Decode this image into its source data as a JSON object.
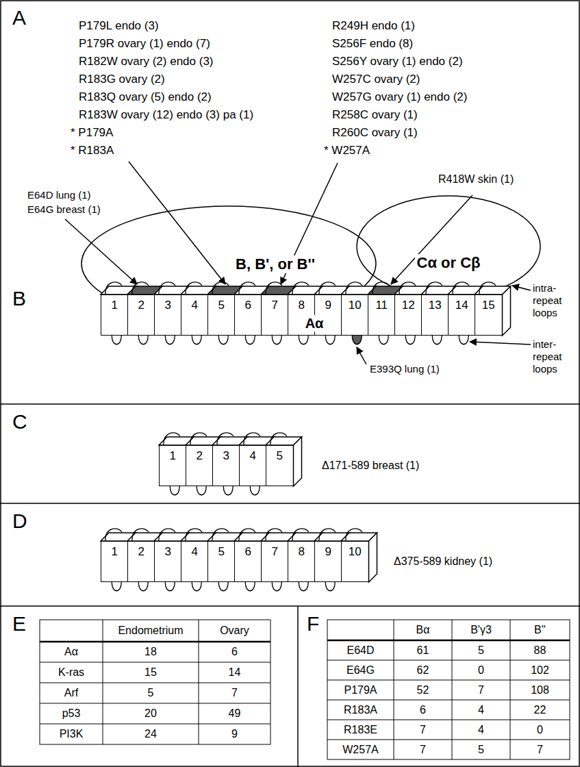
{
  "diagram": {
    "nodes": [
      {
        "text": [
          "B, B', or B''"
        ]
      },
      {
        "text": [
          "Cα or Cβ"
        ]
      },
      {
        "text": [
          "1"
        ]
      },
      {
        "text": [
          "2"
        ]
      },
      {
        "text": [
          "3"
        ]
      },
      {
        "text": [
          "4"
        ]
      },
      {
        "text": [
          "5"
        ]
      },
      {
        "text": [
          "6"
        ]
      },
      {
        "text": [
          "7"
        ]
      },
      {
        "text": [
          "8"
        ]
      },
      {
        "text": [
          "9"
        ]
      },
      {
        "text": [
          "10"
        ]
      },
      {
        "text": [
          "11"
        ]
      },
      {
        "text": [
          "12"
        ]
      },
      {
        "text": [
          "13"
        ]
      },
      {
        "text": [
          "14"
        ]
      },
      {
        "text": [
          "15"
        ]
      },
      {
        "text": [
          "1"
        ]
      },
      {
        "text": [
          "2"
        ]
      },
      {
        "text": [
          "3"
        ]
      },
      {
        "text": [
          "4"
        ]
      },
      {
        "text": [
          "5"
        ]
      },
      {
        "text": [
          "1"
        ]
      },
      {
        "text": [
          "2"
        ]
      },
      {
        "text": [
          "3"
        ]
      },
      {
        "text": [
          "4"
        ]
      },
      {
        "text": [
          "5"
        ]
      },
      {
        "text": [
          "6"
        ]
      },
      {
        "text": [
          "7"
        ]
      },
      {
        "text": [
          "8"
        ]
      },
      {
        "text": [
          "9"
        ]
      },
      {
        "text": [
          "10"
        ]
      }
    ],
    "labels": [
      "A",
      "P179L endo (3)",
      "P179R ovary (1) endo (7)",
      "R182W ovary (2) endo (3)",
      "R183G ovary (2)",
      "R183Q ovary (5) endo (2)",
      "R183W ovary (12) endo (3) pa (1)",
      "* P179A",
      "* R183A",
      "R249H endo (1)",
      "S256F endo (8)",
      "S256Y ovary (1) endo (2)",
      "W257C ovary (2)",
      "W257G ovary (1) endo (2)",
      "R258C ovary (1)",
      "R260C ovary (1)",
      "* W257A",
      "E64D lung (1)",
      "E64G breast (1)",
      "R418W skin (1)",
      "B",
      "Aα",
      "intra- repeat loops",
      "inter- repeat loops",
      "E393Q lung (1)",
      "C",
      "Δ171-589 breast (1)",
      "D",
      "Δ375-589 kidney (1)",
      "E",
      "Endometrium",
      "Ovary",
      "Aα",
      "18",
      "6",
      "K-ras",
      "15",
      "14",
      "Arf",
      "5",
      "7",
      "p53",
      "20",
      "49",
      "PI3K",
      "24",
      "9",
      "F",
      "Bα",
      "B'γ3",
      "B''",
      "E64D",
      "61",
      "5",
      "88",
      "E64G",
      "62",
      "0",
      "102",
      "P179A",
      "52",
      "7",
      "108",
      "R183A",
      "6",
      "4",
      "22",
      "R183E",
      "7",
      "4",
      "0",
      "W257A",
      "7",
      "5",
      "7"
    ]
  }
}
